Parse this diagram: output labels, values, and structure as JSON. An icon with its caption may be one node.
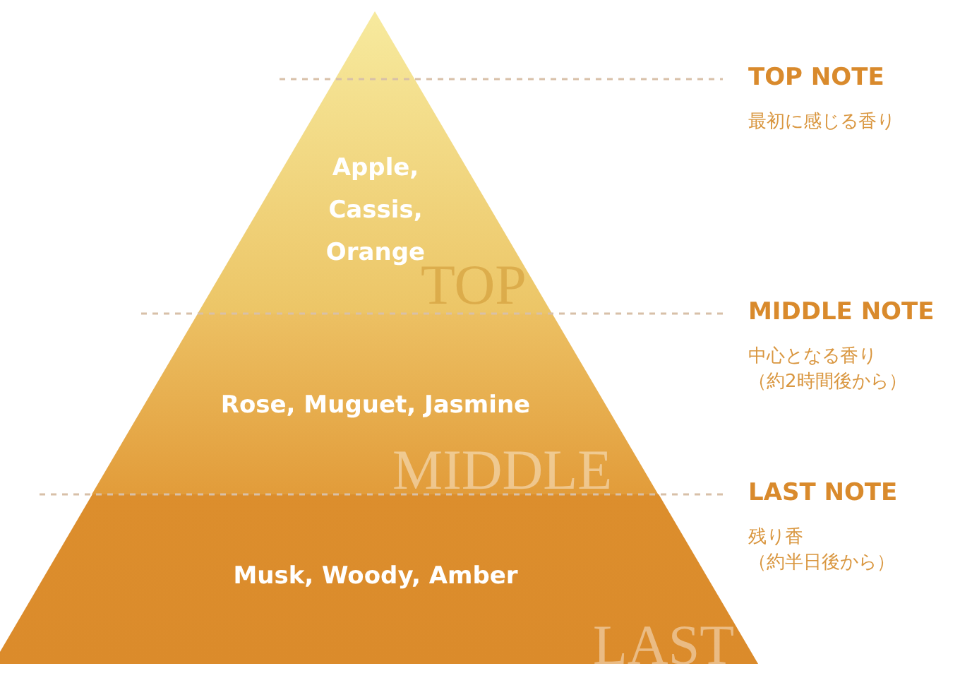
{
  "diagram": {
    "nodes": [
      {
        "text": [
          "Apple, Cassis, Orange"
        ],
        "beside": [
          "TOP NOTE",
          "最初に感じる香り"
        ]
      },
      {
        "text": [
          "Rose, Muguet, Jasmine"
        ],
        "beside": [
          "MIDDLE NOTE",
          "中心となる香り",
          "（約2時間後から）"
        ]
      },
      {
        "text": [
          "Musk, Woody, Amber"
        ],
        "beside": [
          "LAST NOTE",
          "残り香",
          "（約半日後から）"
        ]
      }
    ],
    "labels": [
      "TOP",
      "MIDDLE",
      "LAST"
    ]
  }
}
